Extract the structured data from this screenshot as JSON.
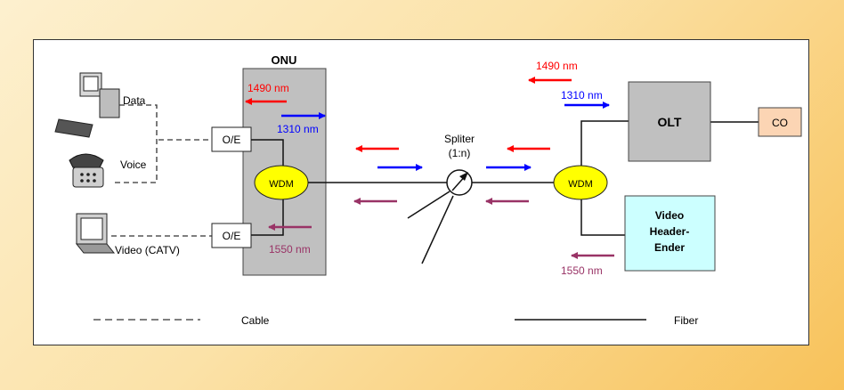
{
  "onu": {
    "title": "ONU",
    "lambda_down": "1490 nm",
    "lambda_up": "1310 nm",
    "lambda_video": "1550 nm"
  },
  "devices": {
    "data": "Data",
    "voice": "Voice",
    "video": "Video (CATV)"
  },
  "oe_label": "O/E",
  "wdm_label": "WDM",
  "splitter": {
    "line1": "Spliter",
    "line2": "(1:n)"
  },
  "olt": {
    "label": "OLT",
    "lambda_down": "1490 nm",
    "lambda_up": "1310 nm"
  },
  "co_label": "CO",
  "video_head": {
    "line1": "Video",
    "line2": "Header-",
    "line3": "Ender",
    "lambda": "1550 nm"
  },
  "legend": {
    "cable": "Cable",
    "fiber": "Fiber"
  },
  "colors": {
    "down": "#ff0000",
    "up": "#0000ff",
    "video": "#993366",
    "onu_fill": "#c0c0c0",
    "wdm_fill": "#ffff00",
    "video_fill": "#ccffff",
    "co_fill": "#fcd5b4"
  }
}
